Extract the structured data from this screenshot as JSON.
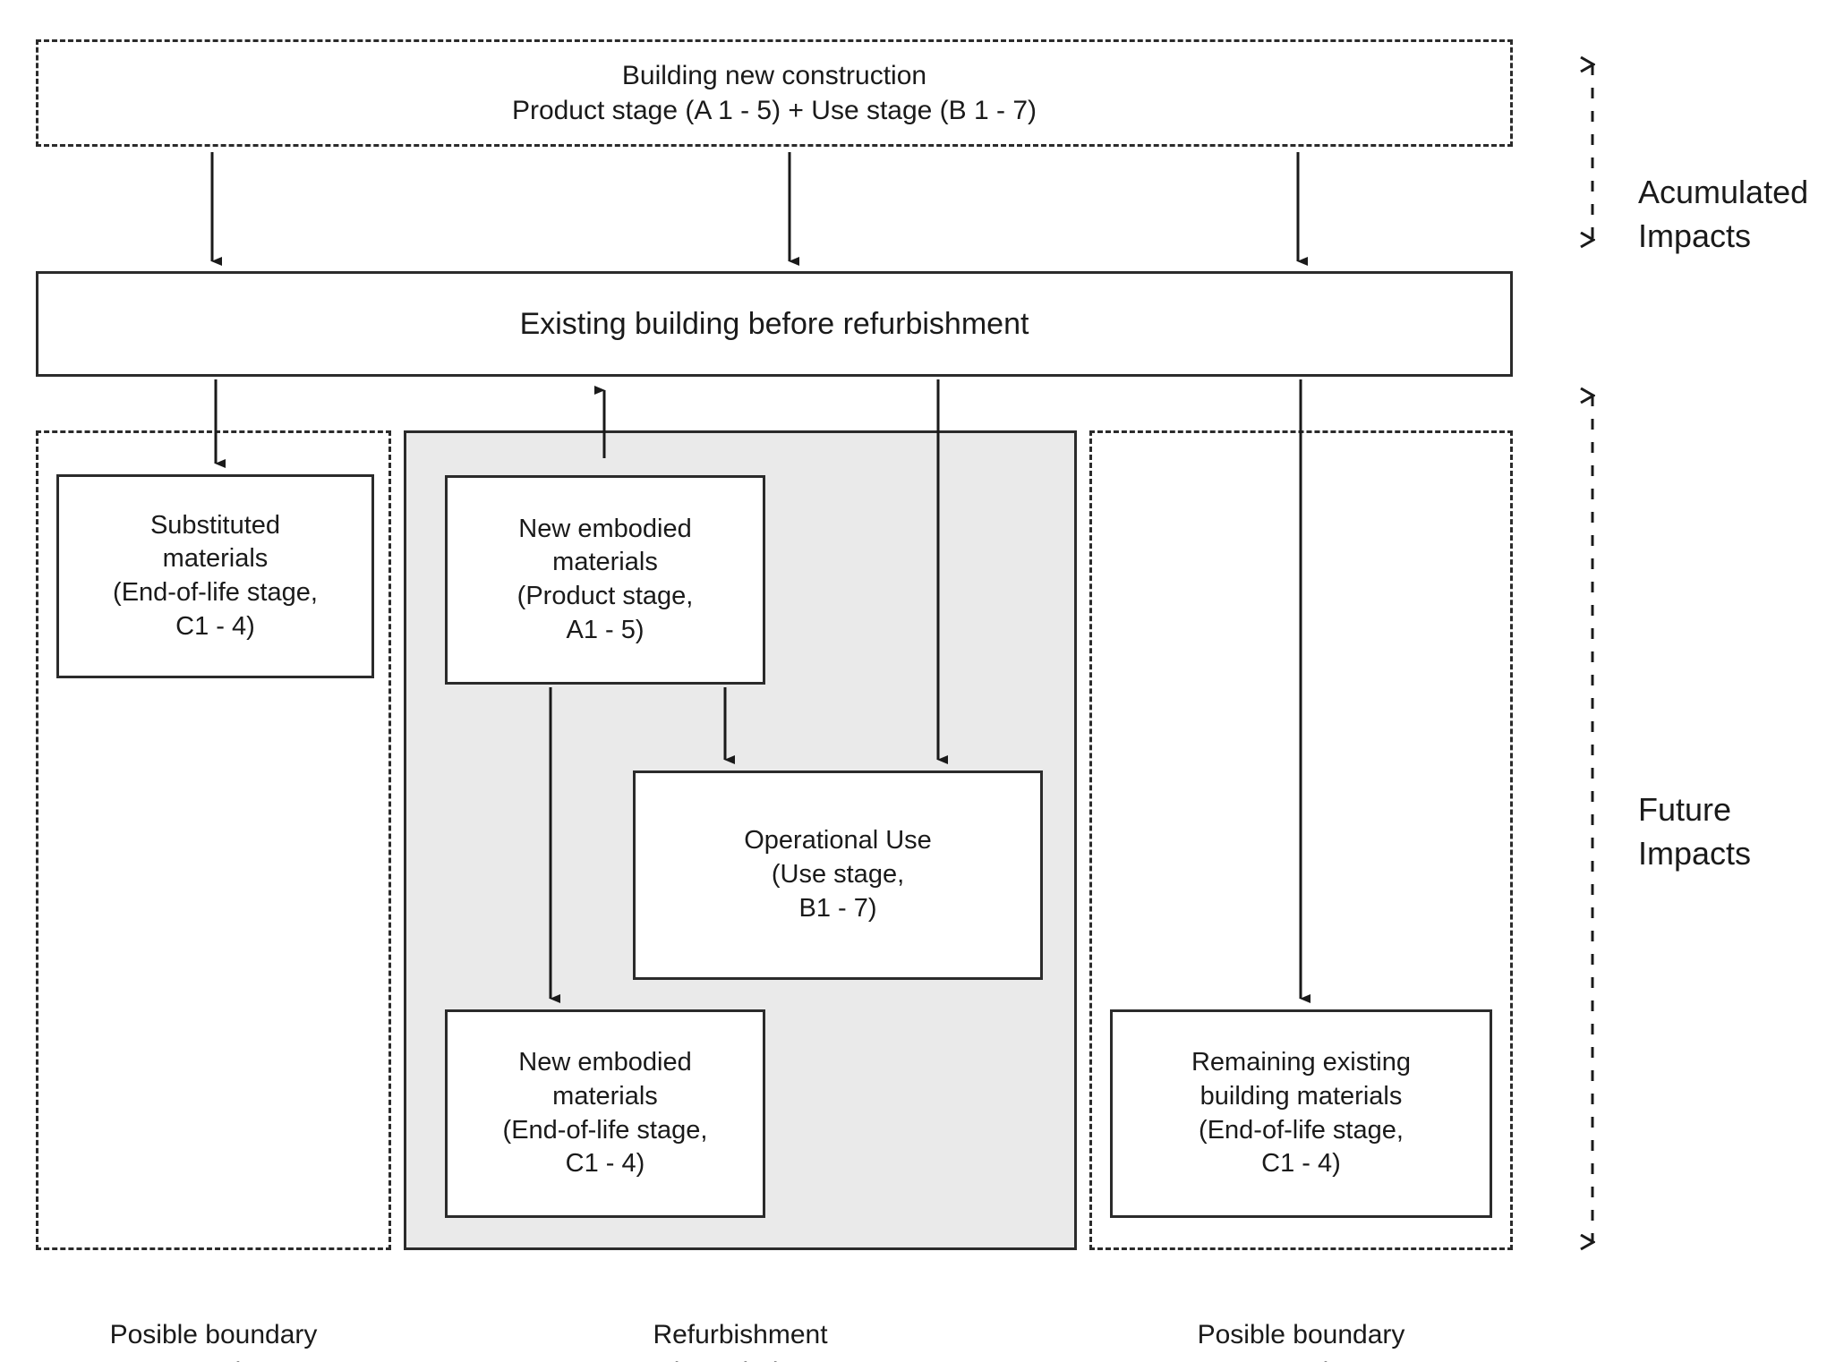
{
  "diagram": {
    "title_box": {
      "line1": "Building new construction",
      "line2": "Product stage (A 1 - 5) + Use stage (B 1 - 7)"
    },
    "existing_building": {
      "label": "Existing building before refurbishment"
    },
    "boxes": {
      "substituted_materials": "Substituted\nmaterials\n(End-of-life stage,\nC1 - 4)",
      "new_embodied_product": "New embodied\nmaterials\n(Product stage,\nA1 - 5)",
      "operational_use": "Operational Use\n(Use stage,\nB1 - 7)",
      "new_embodied_eol": "New embodied\nmaterials\n(End-of-life stage,\nC1 - 4)",
      "remaining_existing": "Remaining existing\nbuilding materials\n(End-of-life stage,\nC1 - 4)"
    },
    "bottom_labels": {
      "left": "Posible boundary\nextension",
      "center": "Refurbishment\nboundaries",
      "right": "Posible boundary\nextension"
    },
    "side_labels": {
      "accumulated": "Acumulated\nImpacts",
      "future": "Future\nImpacts"
    },
    "colors": {
      "stroke": "#2b2b2b",
      "gray_fill": "#eaeaea",
      "background": "#ffffff"
    }
  }
}
